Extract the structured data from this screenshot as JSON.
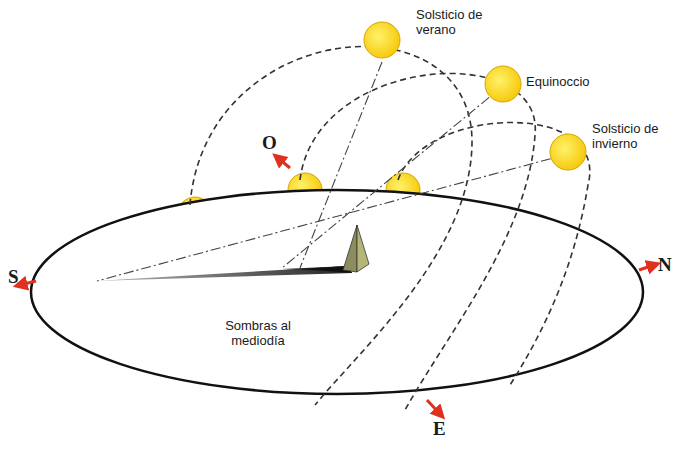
{
  "diagram": {
    "labels": [
      "Solsticio de verano",
      "Equinoccio",
      "Solsticio de invierno",
      "O",
      "S",
      "N",
      "E",
      "Sombras al mediodía"
    ]
  }
}
